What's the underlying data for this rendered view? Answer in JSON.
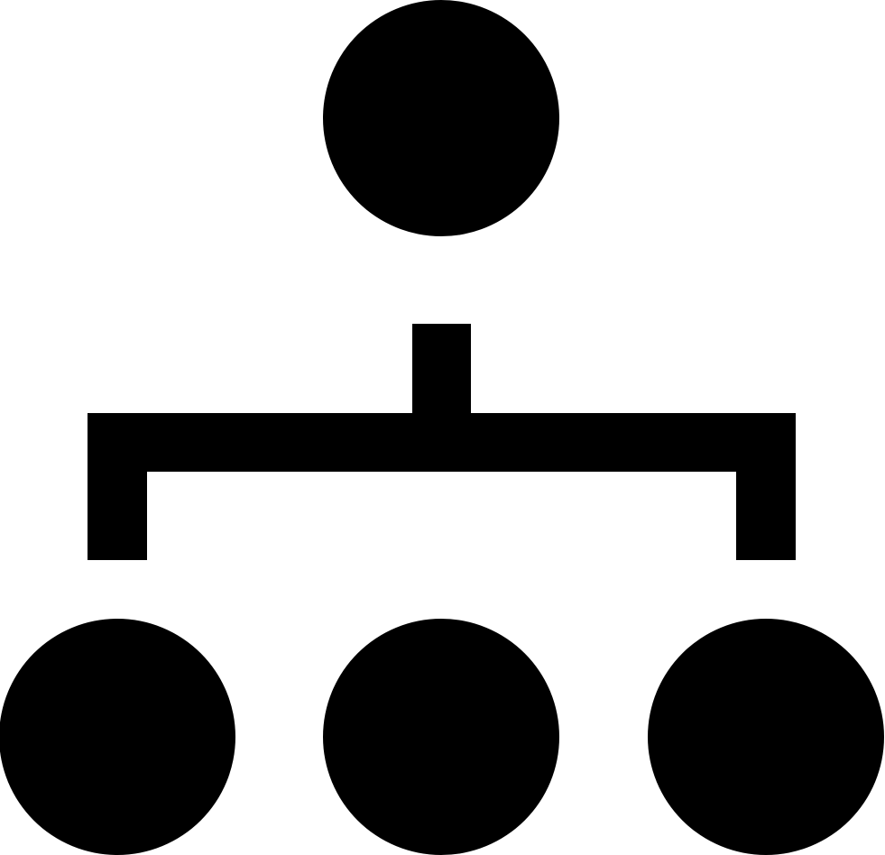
{
  "icon": {
    "name": "org-chart-icon",
    "nodes": [
      "root-node",
      "child-node-left",
      "child-node-center",
      "child-node-right"
    ],
    "fill_color": "#000000",
    "background_color": "#ffffff"
  }
}
